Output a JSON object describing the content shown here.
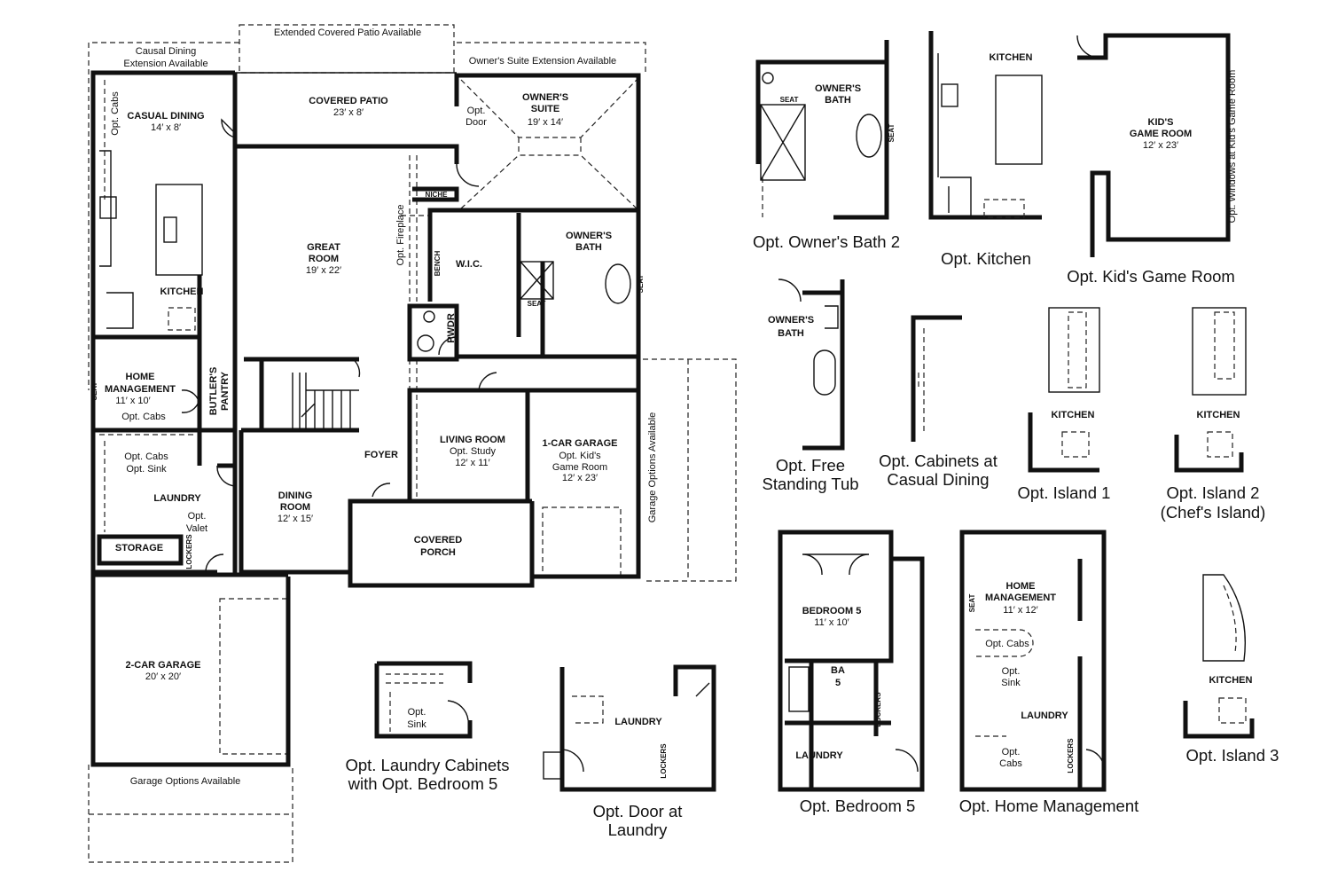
{
  "main": {
    "ext_patio": "Extended Covered Patio Available",
    "casual_ext_1": "Causal Dining",
    "casual_ext_2": "Extension Available",
    "owner_ext": "Owner's Suite Extension Available",
    "opt_cabs_vertical": "Opt. Cabs",
    "casual_dining": {
      "name": "CASUAL DINING",
      "dim": "14′ x 8′"
    },
    "covered_patio": {
      "name": "COVERED PATIO",
      "dim": "23′ x 8′"
    },
    "owners_suite": {
      "name1": "OWNER'S",
      "name2": "SUITE",
      "dim": "19′ x 14′"
    },
    "opt_door": {
      "l1": "Opt.",
      "l2": "Door"
    },
    "niche": "NICHE",
    "opt_fireplace": "Opt. Fireplace",
    "great_room": {
      "name1": "GREAT",
      "name2": "ROOM",
      "dim": "19′ x 22′"
    },
    "bench": "BENCH",
    "wic": "W.I.C.",
    "owners_bath": {
      "name1": "OWNER'S",
      "name2": "BATH"
    },
    "seat": "SEAT",
    "pwdr": "PWDR",
    "kitchen": "KITCHEN",
    "home_management": {
      "name1": "HOME",
      "name2": "MANAGEMENT",
      "dim": "11′ x 10′",
      "opt": "Opt. Cabs"
    },
    "butlers_pantry": {
      "name1": "BUTLER'S",
      "name2": "PANTRY"
    },
    "laundry": {
      "opt1": "Opt. Cabs",
      "opt2": "Opt. Sink",
      "name": "LAUNDRY",
      "valet1": "Opt.",
      "valet2": "Valet"
    },
    "storage": "STORAGE",
    "lockers": "LOCKERS",
    "foyer": "FOYER",
    "living_room": {
      "name": "LIVING ROOM",
      "opt": "Opt. Study",
      "dim": "12′ x 11′"
    },
    "one_car_garage": {
      "name": "1-CAR GARAGE",
      "opt1": "Opt. Kid's",
      "opt2": "Game Room",
      "dim": "12′ x 23′"
    },
    "dining_room": {
      "name1": "DINING",
      "name2": "ROOM",
      "dim": "12′ x 15′"
    },
    "covered_porch": {
      "name1": "COVERED",
      "name2": "PORCH"
    },
    "garage_options_side": "Garage Options Available",
    "two_car_garage": {
      "name": "2-CAR GARAGE",
      "dim": "20′ x 20′"
    },
    "garage_options_bottom": "Garage Options Available"
  },
  "options": {
    "owners_bath_2": {
      "name1": "OWNER'S",
      "name2": "BATH",
      "seat": "SEAT",
      "caption": "Opt. Owner's Bath 2"
    },
    "kitchen": {
      "name": "KITCHEN",
      "caption": "Opt. Kitchen"
    },
    "kids_game_room": {
      "name1": "KID'S",
      "name2": "GAME ROOM",
      "dim": "12′ x 23′",
      "windows": "Opt. Windows at Kid's Game Room",
      "caption": "Opt. Kid's Game Room"
    },
    "free_tub": {
      "name1": "OWNER'S",
      "name2": "BATH",
      "caption1": "Opt. Free",
      "caption2": "Standing Tub"
    },
    "cabinets_casual": {
      "caption1": "Opt. Cabinets at",
      "caption2": "Casual Dining"
    },
    "island_1": {
      "name": "KITCHEN",
      "caption": "Opt. Island 1"
    },
    "island_2": {
      "name": "KITCHEN",
      "caption1": "Opt. Island 2",
      "caption2": "(Chef's Island)"
    },
    "bedroom_5": {
      "name": "BEDROOM 5",
      "dim": "11′ x 10′",
      "ba1": "BA",
      "ba2": "5",
      "lockers": "LOCKERS",
      "laundry": "LAUNDRY",
      "caption": "Opt. Bedroom 5"
    },
    "home_mgmt": {
      "name1": "HOME",
      "name2": "MANAGEMENT",
      "dim": "11′ x 12′",
      "seat": "SEAT",
      "cabs": "Opt. Cabs",
      "sink1": "Opt.",
      "sink2": "Sink",
      "laundry": "LAUNDRY",
      "cabs2_1": "Opt.",
      "cabs2_2": "Cabs",
      "lockers": "LOCKERS",
      "caption": "Opt. Home Management"
    },
    "island_3": {
      "name": "KITCHEN",
      "caption": "Opt. Island 3"
    },
    "laundry_cabinets": {
      "sink1": "Opt.",
      "sink2": "Sink",
      "caption1": "Opt. Laundry Cabinets",
      "caption2": "with Opt. Bedroom 5"
    },
    "door_laundry": {
      "name": "LAUNDRY",
      "lockers": "LOCKERS",
      "caption1": "Opt. Door at",
      "caption2": "Laundry"
    }
  }
}
